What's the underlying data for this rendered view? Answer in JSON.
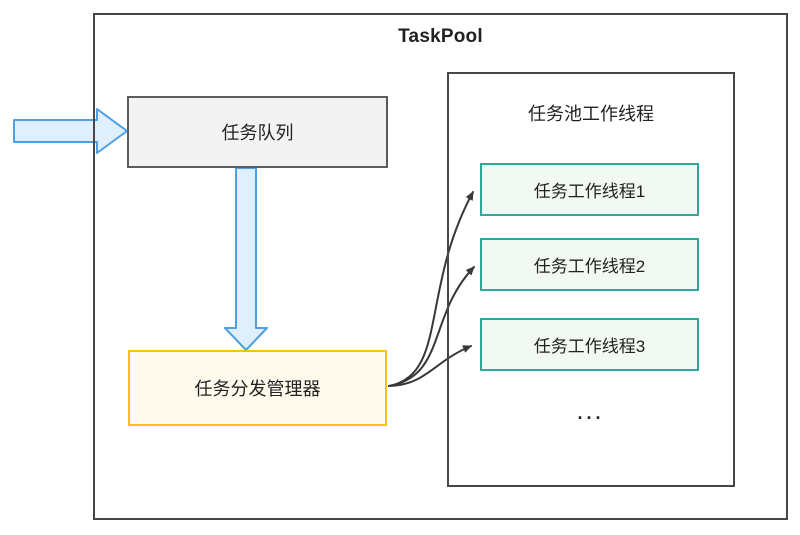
{
  "title": "TaskPool",
  "queue": {
    "label": "任务队列"
  },
  "dispatcher": {
    "label": "任务分发管理器"
  },
  "worker_pool": {
    "title": "任务池工作线程",
    "threads": [
      "任务工作线程1",
      "任务工作线程2",
      "任务工作线程3"
    ],
    "more": "..."
  },
  "colors": {
    "box_border": "#47474a",
    "queue_fill": "#f3f3f3",
    "queue_border": "#5c5c5c",
    "dispatcher_border": "#ffc110",
    "dispatcher_fill": "#fdf9ec",
    "thread_border": "#2ea89a",
    "thread_fill": "#f2f8f2",
    "arrow_blue_fill": "#dfeffc",
    "arrow_blue_stroke": "#4f9fe3",
    "arrow_dark": "#383838",
    "text_color": "#222222"
  }
}
